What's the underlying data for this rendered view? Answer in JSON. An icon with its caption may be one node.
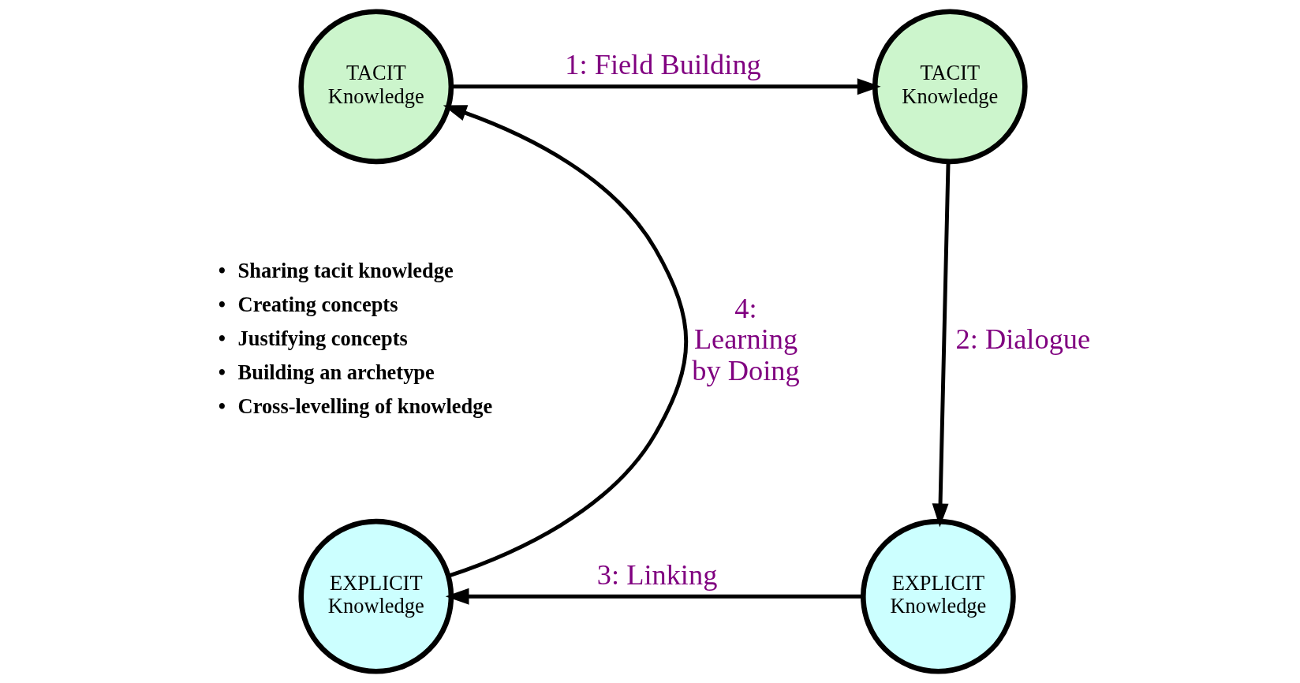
{
  "diagram": {
    "nodes": [
      {
        "text": [
          "TACIT Knowledge"
        ]
      },
      {
        "text": [
          "TACIT Knowledge"
        ]
      },
      {
        "text": [
          "EXPLICIT Knowledge"
        ]
      },
      {
        "text": [
          "EXPLICIT Knowledge"
        ]
      }
    ],
    "edges": [
      {
        "from": 0,
        "to": 1,
        "arrow": "to",
        "label": "1: Field Building"
      },
      {
        "from": 1,
        "to": 2,
        "arrow": "to",
        "label": "2: Dialogue"
      },
      {
        "from": 2,
        "to": 3,
        "arrow": "to",
        "label": "3: Linking"
      },
      {
        "from": 3,
        "to": 0,
        "arrow": "to",
        "label": "4: Learning by Doing"
      }
    ],
    "labels": [
      "•",
      "Sharing tacit knowledge",
      "•",
      "Creating concepts",
      "•",
      "Justifying concepts",
      "•",
      "Building an archetype",
      "•",
      "Cross-levelling of knowledge"
    ]
  }
}
